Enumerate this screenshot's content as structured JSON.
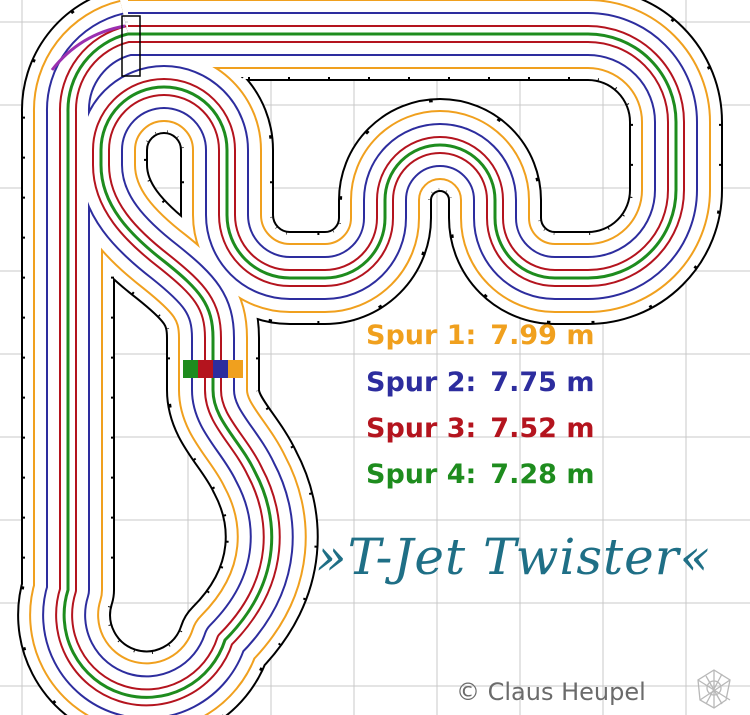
{
  "title": "»T-Jet Twister«",
  "copyright": "© Claus Heupel",
  "colors": {
    "lane1": "#f0a01e",
    "lane2": "#2d2d9e",
    "lane3": "#b4141e",
    "lane4": "#1e8c1e",
    "title": "#1f6f86",
    "grid": "#c8c8c8",
    "track_edge": "#000000",
    "copyright": "#6b6b6b",
    "lane_change": "#9b30b0"
  },
  "lanes": [
    {
      "label": "Spur 1:",
      "length": "7.99 m",
      "color_key": "lane1"
    },
    {
      "label": "Spur 2:",
      "length": "7.75 m",
      "color_key": "lane2"
    },
    {
      "label": "Spur 3:",
      "length": "7.52 m",
      "color_key": "lane3"
    },
    {
      "label": "Spur 4:",
      "length": "7.28 m",
      "color_key": "lane4"
    }
  ],
  "icons": {
    "logo": "author-logo-icon"
  }
}
